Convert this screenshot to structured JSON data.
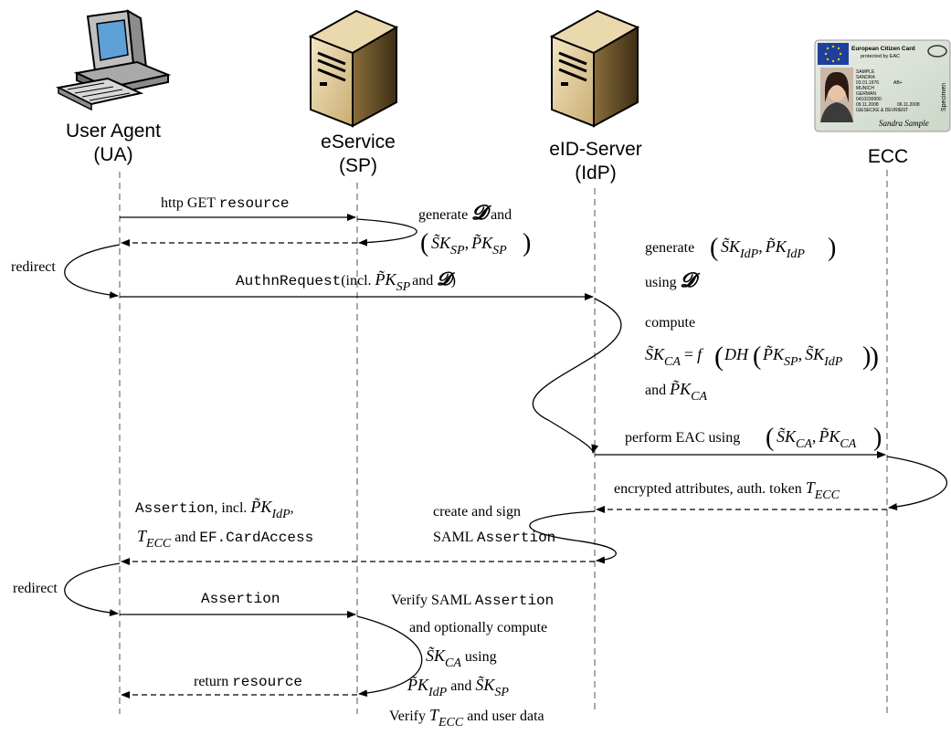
{
  "participants": {
    "ua": {
      "name": "User Agent",
      "abbr": "(UA)"
    },
    "sp": {
      "name": "eService",
      "abbr": "(SP)"
    },
    "idp": {
      "name": "eID-Server",
      "abbr": "(IdP)"
    },
    "ecc": {
      "name": "ECC"
    }
  },
  "card": {
    "header_line1": "European Citizen Card",
    "header_line2": "protected by EAC",
    "specimen": "Specimen",
    "fields": [
      "SAMPLE",
      "SANDRA",
      "03.01.1976",
      "AB+",
      "MUNICH",
      "GERMAN",
      "0410230000",
      "09.11.2008",
      "06.11.2008",
      "GIESECKE & DEVRIENT"
    ],
    "signature": "Sandra Sample"
  },
  "messages": {
    "m1": {
      "prefix": "http GET ",
      "code": "resource"
    },
    "m3": {
      "code": "AuthnRequest",
      "part1": "(incl. ",
      "part2": "and ",
      "part3": ")"
    },
    "m4": {
      "text": "perform EAC using"
    },
    "m5": {
      "text": "encrypted attributes, auth. token "
    },
    "m6": {
      "code1": "Assertion",
      "part1": ", incl. ",
      "part2": " and ",
      "code2": "EF.CardAccess"
    },
    "m7": {
      "code": "Assertion"
    },
    "m8": {
      "prefix": "return ",
      "code": "resource"
    }
  },
  "labels": {
    "redirect1": "redirect",
    "redirect2": "redirect"
  },
  "notes": {
    "sp_gen": {
      "line1": "generate ",
      "line1_end": " and"
    },
    "idp_gen": {
      "line1": "generate",
      "line2": "using "
    },
    "idp_compute": {
      "line1": "compute",
      "line3": "and "
    },
    "idp_sign": {
      "line1": "create and sign",
      "line2_prefix": "SAML ",
      "line2_code": "Assertion"
    },
    "sp_verify": {
      "line1_prefix": "Verify SAML ",
      "line1_code": "Assertion",
      "line2": "and optionally compute",
      "line3": " using",
      "line4": " and ",
      "line5_prefix": "Verify ",
      "line5_suffix": " and user data"
    }
  },
  "math": {
    "script_D": "𝓓",
    "SK_SP": "S̃K",
    "sub_SP": "SP",
    "sub_IdP": "IdP",
    "sub_CA": "CA",
    "sub_ECC": "ECC",
    "PK": "P̃K",
    "SK": "S̃K",
    "T": "T",
    "f": "f",
    "DH": "DH"
  }
}
